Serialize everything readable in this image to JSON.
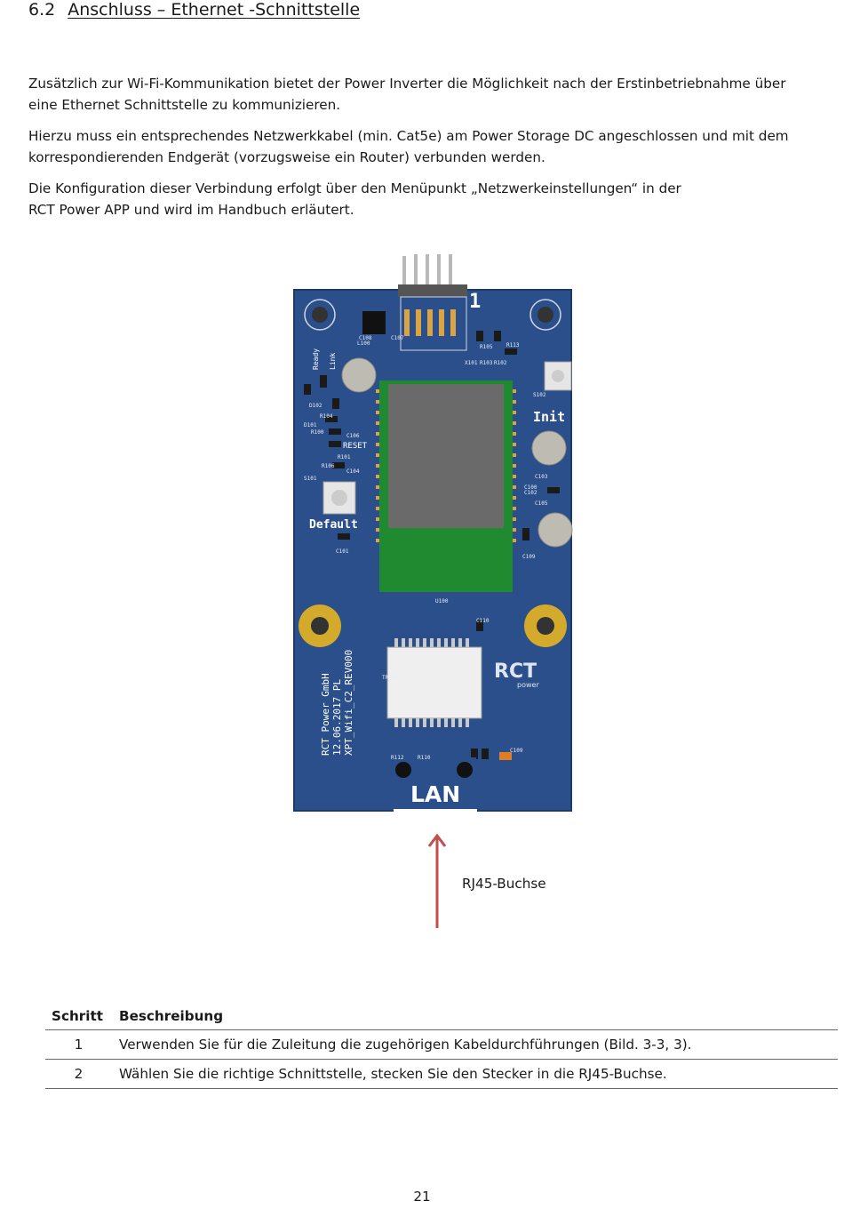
{
  "section": {
    "number": "6.2",
    "title": "Anschluss – Ethernet -Schnittstelle"
  },
  "paragraphs": [
    [
      "Zusätzlich zur Wi-Fi-Kommunikation bietet der Power Inverter die Möglichkeit nach der Erstinbetriebnahme über",
      "eine Ethernet Schnittstelle zu kommunizieren."
    ],
    [
      "Hierzu muss ein entsprechendes Netzwerkkabel (min. Cat5e) am Power Storage DC angeschlossen und mit dem",
      "korrespondierenden Endgerät (vorzugsweise ein Router) verbunden werden."
    ],
    [
      "Die Konfiguration dieser Verbindung erfolgt über den Menüpunkt  „Netzwerkeinstellungen“ in der",
      "RCT Power APP und wird im Handbuch erläutert."
    ]
  ],
  "figure": {
    "silkscreen": {
      "header_mark": "1",
      "ready": "Ready",
      "link": "Link",
      "reset": "RESET",
      "default": "Default",
      "init": "Init",
      "lan": "LAN",
      "brand": "RCT",
      "brand_sub": "power",
      "board_text": [
        "RCT Power GmbH",
        "12.06.2017 PL",
        "XPT_Wifi_C2_REV000"
      ],
      "refs": [
        "D102",
        "R104",
        "D101",
        "R100",
        "R101",
        "R106",
        "S101",
        "C101",
        "C108",
        "L100",
        "C107",
        "R103",
        "X101",
        "R105",
        "R102",
        "S102",
        "C102",
        "C103",
        "C105",
        "C109",
        "U100",
        "TR100",
        "C110",
        "R112",
        "R110",
        "C106",
        "C104",
        "R113",
        "C100",
        "C109"
      ]
    },
    "callout_label": "RJ45-Buchse"
  },
  "table": {
    "headers": [
      "Schritt",
      "Beschreibung"
    ],
    "rows": [
      [
        "1",
        "Verwenden Sie für die Zuleitung die zugehörigen Kabeldurchführungen (Bild. 3-3, 3)."
      ],
      [
        "2",
        "Wählen Sie die richtige Schnittstelle, stecken Sie den Stecker in die RJ45-Buchse."
      ]
    ]
  },
  "page_number": "21",
  "colors": {
    "pcb": "#2b4f8a",
    "module_green": "#1f8a2f",
    "arrow": "#c0504d"
  }
}
